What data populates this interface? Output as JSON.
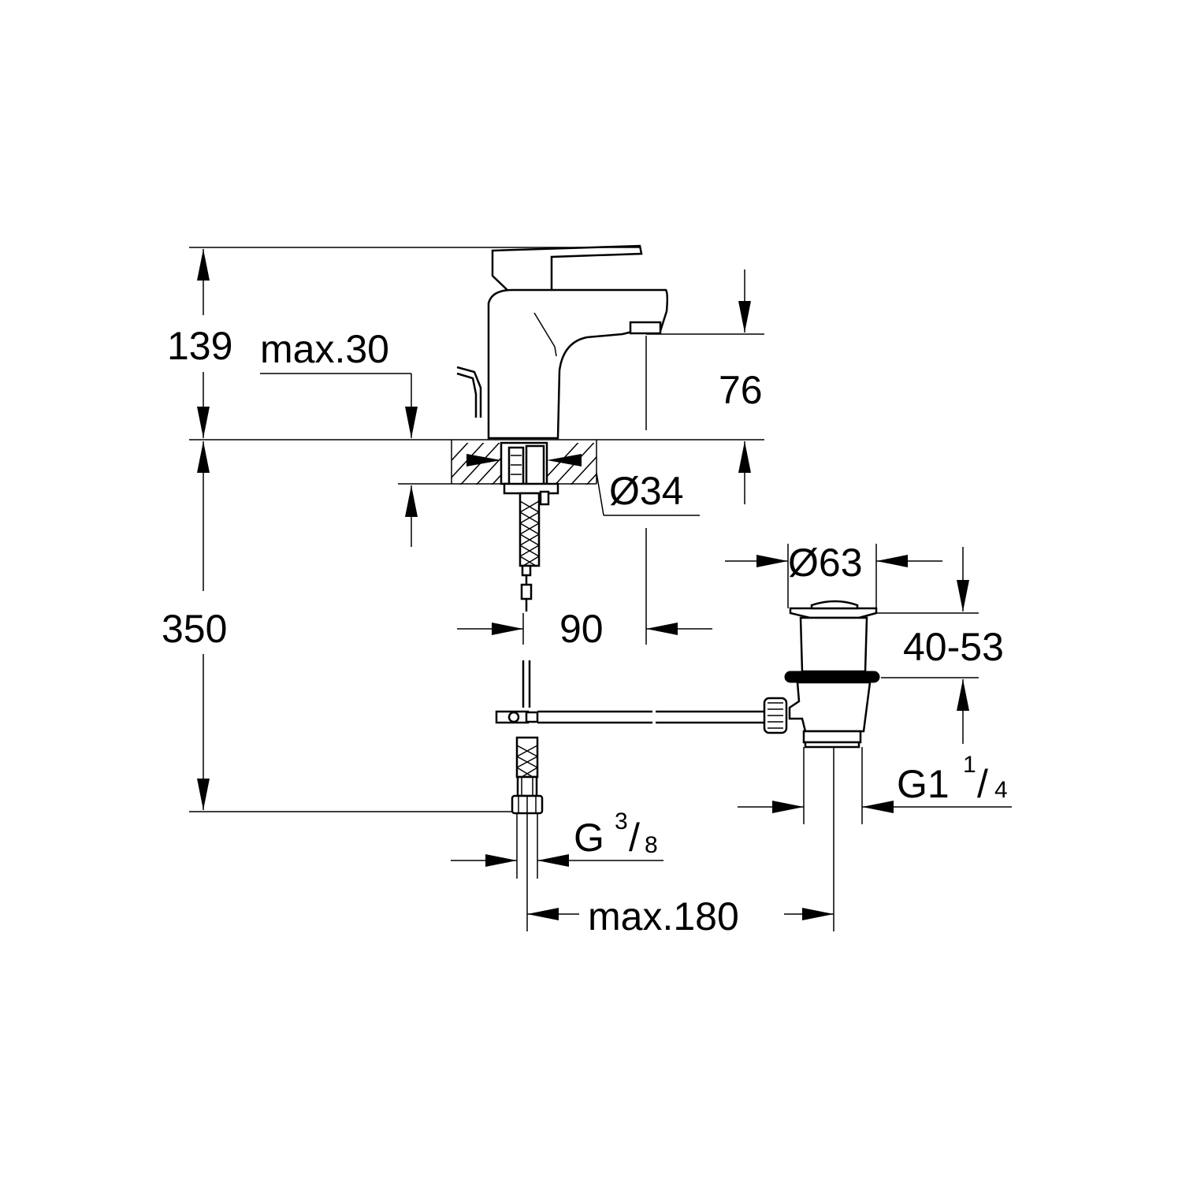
{
  "dimensions": {
    "height_above_deck": "139",
    "deck_thickness": "max.30",
    "spout_height": "76",
    "hole_diameter": "Ø34",
    "hose_length": "350",
    "spout_reach": "90",
    "waste_diameter": "Ø63",
    "waste_range": "40-53",
    "waste_thread": {
      "base": "G1",
      "num": "1",
      "sep": "/",
      "den": "4"
    },
    "supply_thread": {
      "base": "G",
      "num": "3",
      "sep": "/",
      "den": "8"
    },
    "pullrod_length": "max.180"
  },
  "colors": {
    "line": "#000000",
    "background": "#ffffff"
  }
}
